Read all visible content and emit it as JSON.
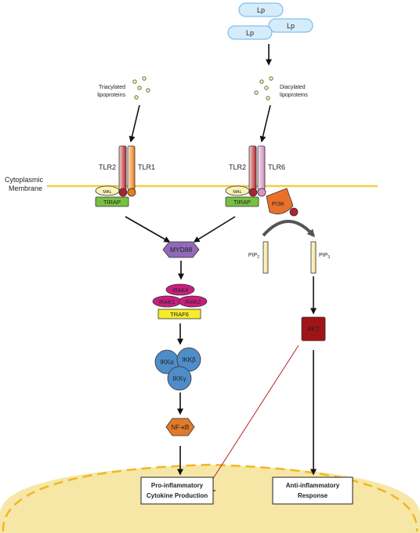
{
  "lipoprotein": {
    "label": "Lp"
  },
  "ligands": {
    "triacylated": "Triacylated\nlipoproteins",
    "diacylated": "Diacylated\nlipoproteins"
  },
  "membrane": {
    "label": "Cytoplasmic\nMembrane"
  },
  "receptors": {
    "left": {
      "a": "TLR2",
      "b": "TLR1"
    },
    "right": {
      "a": "TLR2",
      "b": "TLR6"
    }
  },
  "adaptors": {
    "mal": "MAL",
    "tirap": "TIRAP",
    "myd88": "MYD88"
  },
  "pi3k": {
    "label": "PI3K",
    "pip2": "PIP",
    "pip2_sub": "2",
    "pip3": "PIP",
    "pip3_sub": "3"
  },
  "irak": {
    "irak4": "IRAK4",
    "irak1": "IRAK1",
    "irak2": "IRAK2",
    "traf6": "TRAF6"
  },
  "ikk": {
    "alpha": "IKKα",
    "beta": "IKKβ",
    "gamma": "IKKγ"
  },
  "nfkb": {
    "label": "NF-κB"
  },
  "akt": {
    "label": "AKT"
  },
  "outputs": {
    "pro": "Pro-inflammatory\nCytokine Production",
    "anti": "Anti-inflammatory\nResponse"
  },
  "colors": {
    "membrane": "#f3cd45",
    "nucleus_fill": "#f7e7a6",
    "tlr2": "#b3212b",
    "tlr1": "#e67e1f",
    "tlr6": "#d996c9",
    "tirap": "#78c043",
    "mal": "#fbf2b8",
    "myd88": "#9069b9",
    "irak": "#c81f7f",
    "traf6": "#f6ec2d",
    "ikk": "#4f8dc8",
    "nfkb": "#e17a2b",
    "akt": "#a01418",
    "pi3k": "#e9712c",
    "lp_fill": "#d5ecfb",
    "lp_stroke": "#6ab5e6",
    "inhibit": "#b3212b"
  }
}
